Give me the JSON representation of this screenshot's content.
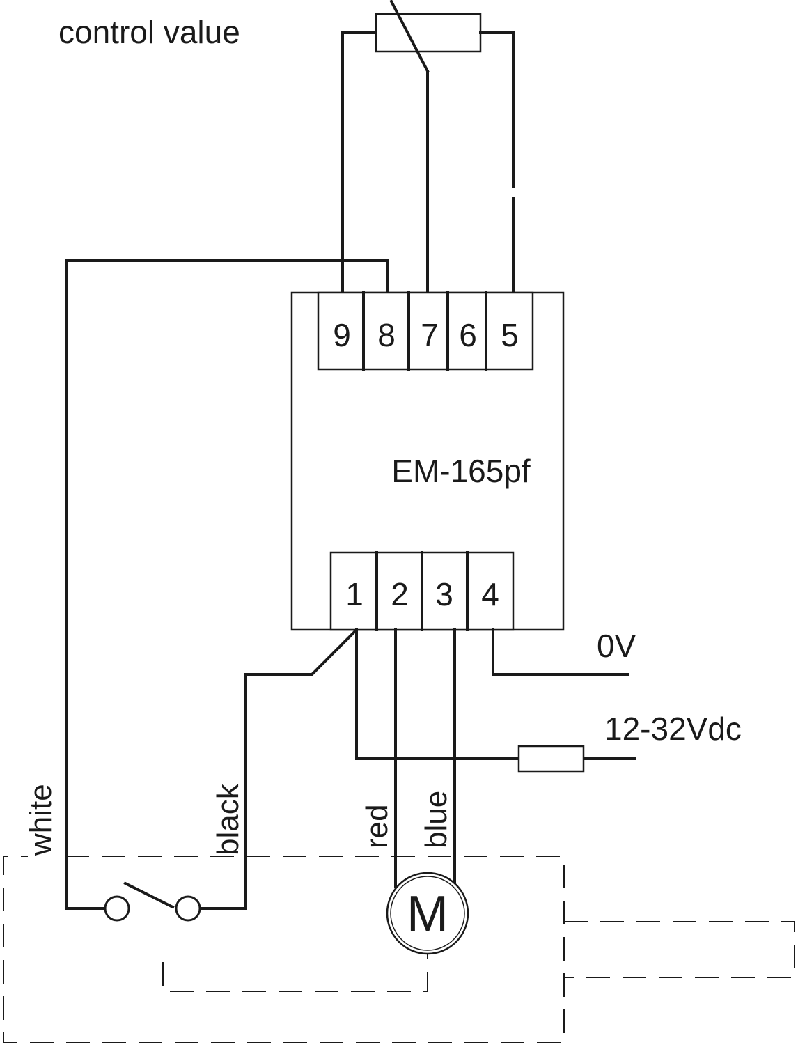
{
  "diagram": {
    "title": "control value",
    "device_label": "EM-165pf",
    "top_terminals": [
      "9",
      "8",
      "7",
      "6",
      "5"
    ],
    "bottom_terminals": [
      "1",
      "2",
      "3",
      "4"
    ],
    "supply_0v": "0V",
    "supply_dc": "12-32Vdc",
    "motor_label": "M",
    "wires": {
      "white": "white",
      "black": "black",
      "red": "red",
      "blue": "blue"
    }
  }
}
